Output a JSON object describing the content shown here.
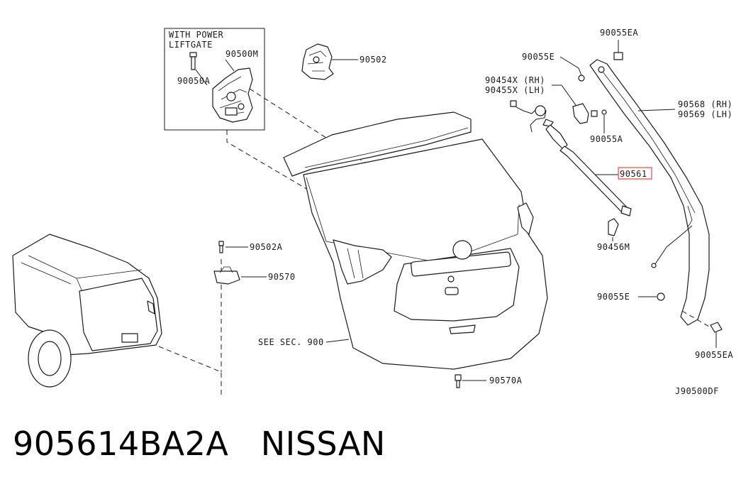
{
  "inset_box": {
    "title_line1": "WITH POWER",
    "title_line2": "LIFTGATE"
  },
  "labels": {
    "p90500M": "90500M",
    "p90050A": "90050A",
    "p90502": "90502",
    "p90055EA_top": "90055EA",
    "p90055E_top": "90055E",
    "p90454X": "90454X (RH)",
    "p90455X": "90455X (LH)",
    "p90568": "90568 (RH)",
    "p90569": "90569 (LH)",
    "p90055A": "90055A",
    "p90561": "90561",
    "p90456M": "90456M",
    "p90502A": "90502A",
    "p90570": "90570",
    "p90055E_bottom": "90055E",
    "p90055EA_bottom": "90055EA",
    "see_sec": "SEE SEC. 900",
    "p90570A": "90570A",
    "diagram_code": "J90500DF"
  },
  "highlight_color": "#e02020",
  "caption": {
    "part_number": "905614BA2A",
    "brand": "NISSAN"
  }
}
